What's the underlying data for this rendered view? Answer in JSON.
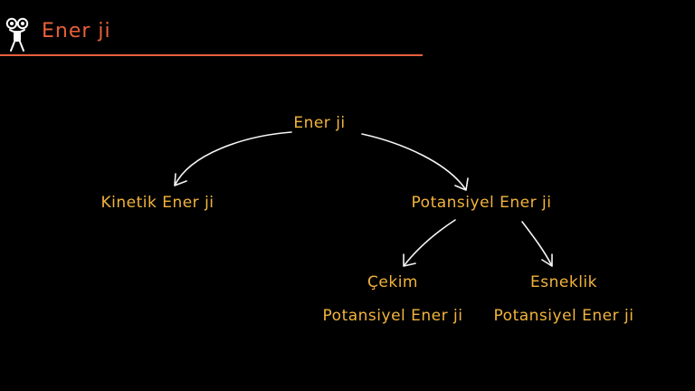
{
  "header": {
    "title": "Ener ji",
    "logo_icon": "character-logo-icon",
    "accent_color": "#e8603c"
  },
  "diagram": {
    "node_color": "#f2b43c",
    "arrow_color": "#f5f5f5",
    "nodes": {
      "root": "Ener ji",
      "kinetic": "Kinetik Ener ji",
      "potential": "Potansiyel Ener ji",
      "gravity_top": "Çekim",
      "gravity_bottom": "Potansiyel Ener ji",
      "elastic_top": "Esneklik",
      "elastic_bottom": "Potansiyel Ener ji"
    }
  }
}
